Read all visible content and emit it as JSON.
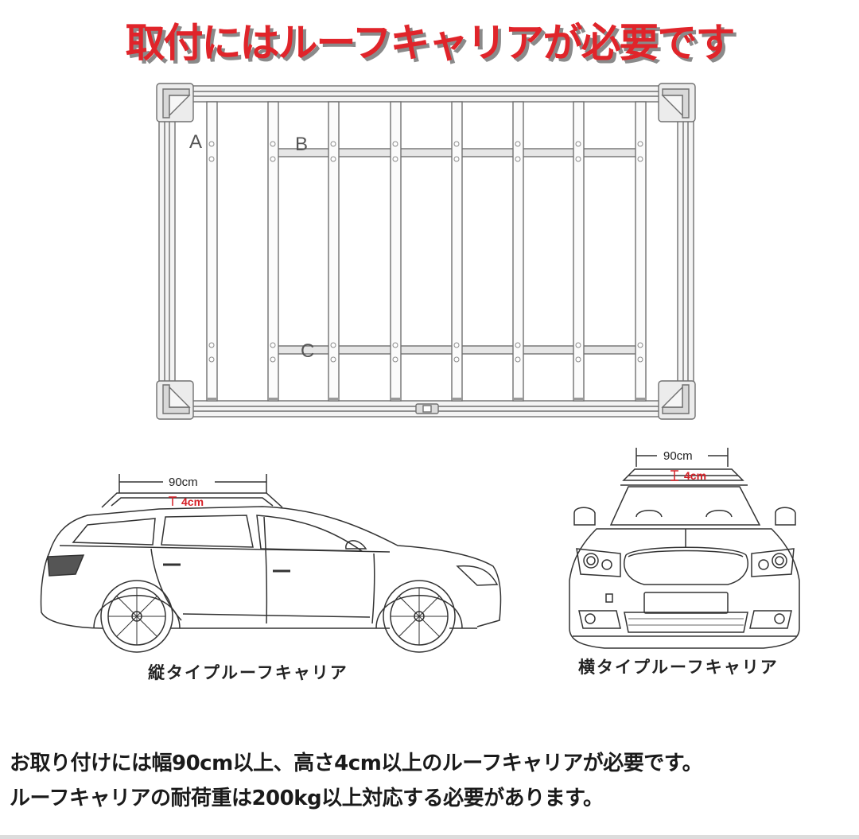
{
  "headline": "取付にはルーフキャリアが必要です",
  "rack_diagram": {
    "labels": [
      "A",
      "B",
      "C"
    ],
    "crossbar_count": 8
  },
  "side_view": {
    "width_label": "90cm",
    "height_label": "4cm",
    "caption": "縦タイプルーフキャリア"
  },
  "front_view": {
    "width_label": "90cm",
    "height_label": "4cm",
    "caption": "横タイプルーフキャリア"
  },
  "requirements": {
    "line1": "お取り付けには幅90cm以上、高さ4cm以上のルーフキャリアが必要です。",
    "line2": "ルーフキャリアの耐荷重は200kg以上対応する必要があります。"
  },
  "colors": {
    "headline_red": "#e0242a",
    "dimension_red": "#d61f26",
    "line_gray": "#6a6a6a"
  }
}
